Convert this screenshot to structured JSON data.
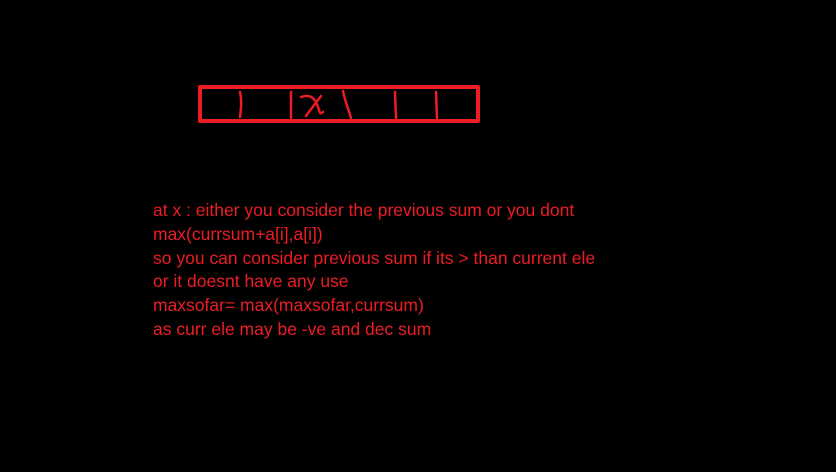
{
  "canvas": {
    "background_color": "#000000",
    "ink_color": "#ed1c24"
  },
  "array_sketch": {
    "cell_count": 6,
    "marked_cell_index": 2,
    "cell_mark": "x"
  },
  "notes": [
    "at x : either you consider the previous sum or you dont",
    "max(currsum+a[i],a[i])",
    "so you can consider previous sum if its > than current ele",
    "or it doesnt have any use",
    "maxsofar= max(maxsofar,currsum)",
    "as curr ele may be -ve and dec sum"
  ]
}
